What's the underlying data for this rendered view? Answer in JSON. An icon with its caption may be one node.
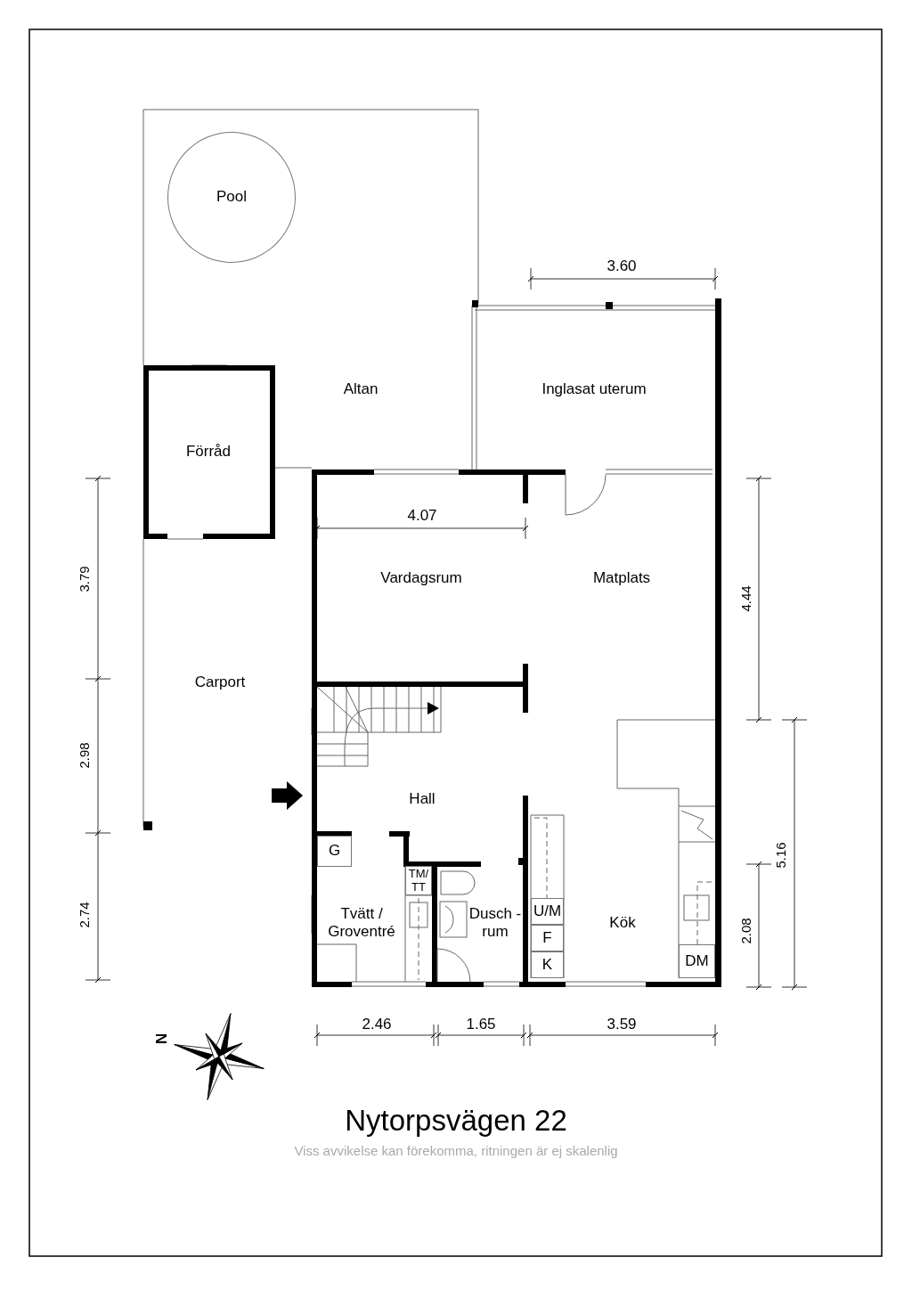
{
  "diagram": {
    "title": "Nytorpsvägen 22",
    "caption": "Viss avvikelse kan förekomma, ritningen är ej skalenlig",
    "nodes": [
      {
        "text": [
          "Pool"
        ]
      },
      {
        "text": [
          "G"
        ]
      },
      {
        "text": [
          "TM/ TT"
        ]
      },
      {
        "text": [
          "U/M"
        ]
      },
      {
        "text": [
          "F"
        ]
      },
      {
        "text": [
          "K"
        ]
      },
      {
        "text": [
          "DM"
        ]
      }
    ],
    "labels": [
      "3.60",
      "Altan",
      "Inglasat uterum",
      "Förråd",
      "4.07",
      "3.79",
      "Vardagsrum",
      "Matplats",
      "4.44",
      "Carport",
      "2.98",
      "Hall",
      "5.16",
      "2.74",
      "Tvätt / Groventré",
      "Dusch -rum",
      "Kök",
      "2.08",
      "2.46",
      "1.65",
      "3.59",
      "N"
    ]
  }
}
